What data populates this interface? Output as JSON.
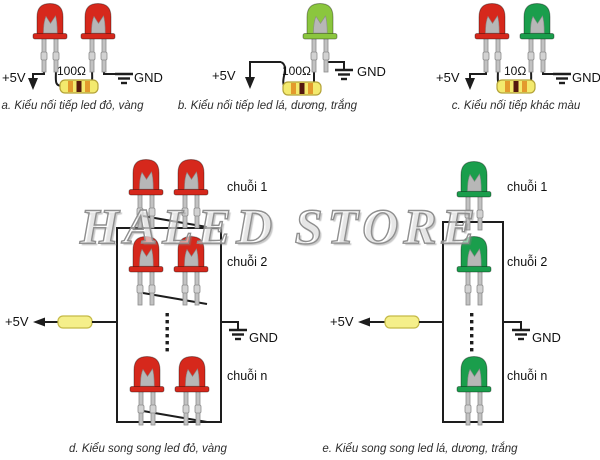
{
  "watermark": "HALED STORE",
  "colors": {
    "led_red": "#d6281c",
    "led_yellow_green": "#8bc63e",
    "led_green": "#1a9e4c",
    "resistor_body": "#f3ea6e",
    "wire": "#1d1d1d"
  },
  "circuits": {
    "a": {
      "caption": "a. Kiểu nối tiếp led đỏ, vàng",
      "supply": "+5V",
      "ground": "GND",
      "resistor": "100Ω"
    },
    "b": {
      "caption": "b. Kiểu nối tiếp led lá, dương, trắng",
      "supply": "+5V",
      "ground": "GND",
      "resistor": "100Ω"
    },
    "c": {
      "caption": "c. Kiểu nối tiếp khác màu",
      "supply": "+5V",
      "ground": "GND",
      "resistor": "10Ω"
    },
    "d": {
      "caption": "d. Kiểu song song led đỏ, vàng",
      "supply": "+5V",
      "ground": "GND",
      "strings": [
        "chuỗi 1",
        "chuỗi 2",
        "chuỗi n"
      ]
    },
    "e": {
      "caption": "e. Kiểu song song led lá, dương, trắng",
      "supply": "+5V",
      "ground": "GND",
      "strings": [
        "chuỗi 1",
        "chuỗi 2",
        "chuỗi n"
      ]
    }
  }
}
